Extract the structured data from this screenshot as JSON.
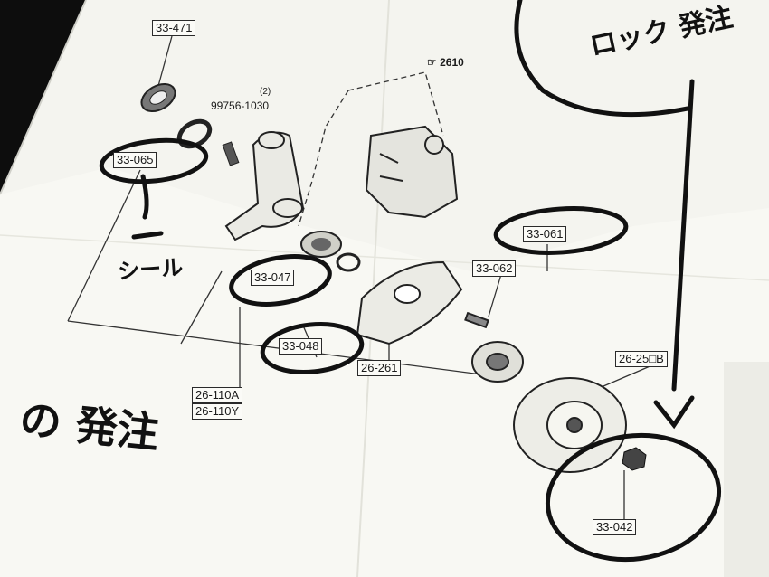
{
  "parts": {
    "p33_471": "33-471",
    "p33_065": "33-065",
    "p99756": "99756-1030",
    "p99756_qty": "(2)",
    "p2610": "2610",
    "p33_061": "33-061",
    "p33_062": "33-062",
    "p33_047": "33-047",
    "p33_048": "33-048",
    "p26_261": "26-261",
    "p26_110a": "26-110A",
    "p26_110y": "26-110Y",
    "p26_25b": "26-25□B",
    "p33_042": "33-042"
  },
  "handwriting": {
    "seal": "シール",
    "order_top": "ロック 発注",
    "order_left": "の 発注"
  }
}
